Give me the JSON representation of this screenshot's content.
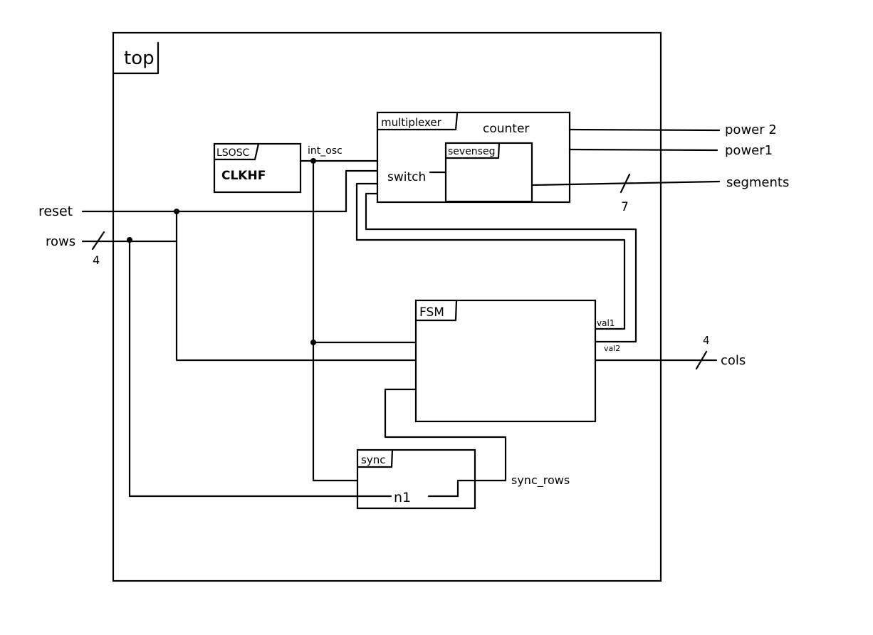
{
  "diagram": {
    "top_label": "top",
    "modules": {
      "lsosc": {
        "title": "LSOSC",
        "body": "CLKHF"
      },
      "multiplexer": {
        "title": "multiplexer",
        "counter": "counter",
        "switch": "switch"
      },
      "sevenseg": {
        "title": "sevenseg"
      },
      "fsm": {
        "title": "FSM",
        "val1": "val1",
        "val2": "val2"
      },
      "sync": {
        "title": "sync",
        "n1": "n1"
      }
    },
    "signals": {
      "int_osc": "int_osc",
      "reset": "reset",
      "rows": "rows",
      "rows_width": "4",
      "power2": "power 2",
      "power1": "power1",
      "segments": "segments",
      "segments_width": "7",
      "cols": "cols",
      "cols_width": "4",
      "sync_rows": "sync_rows"
    }
  }
}
